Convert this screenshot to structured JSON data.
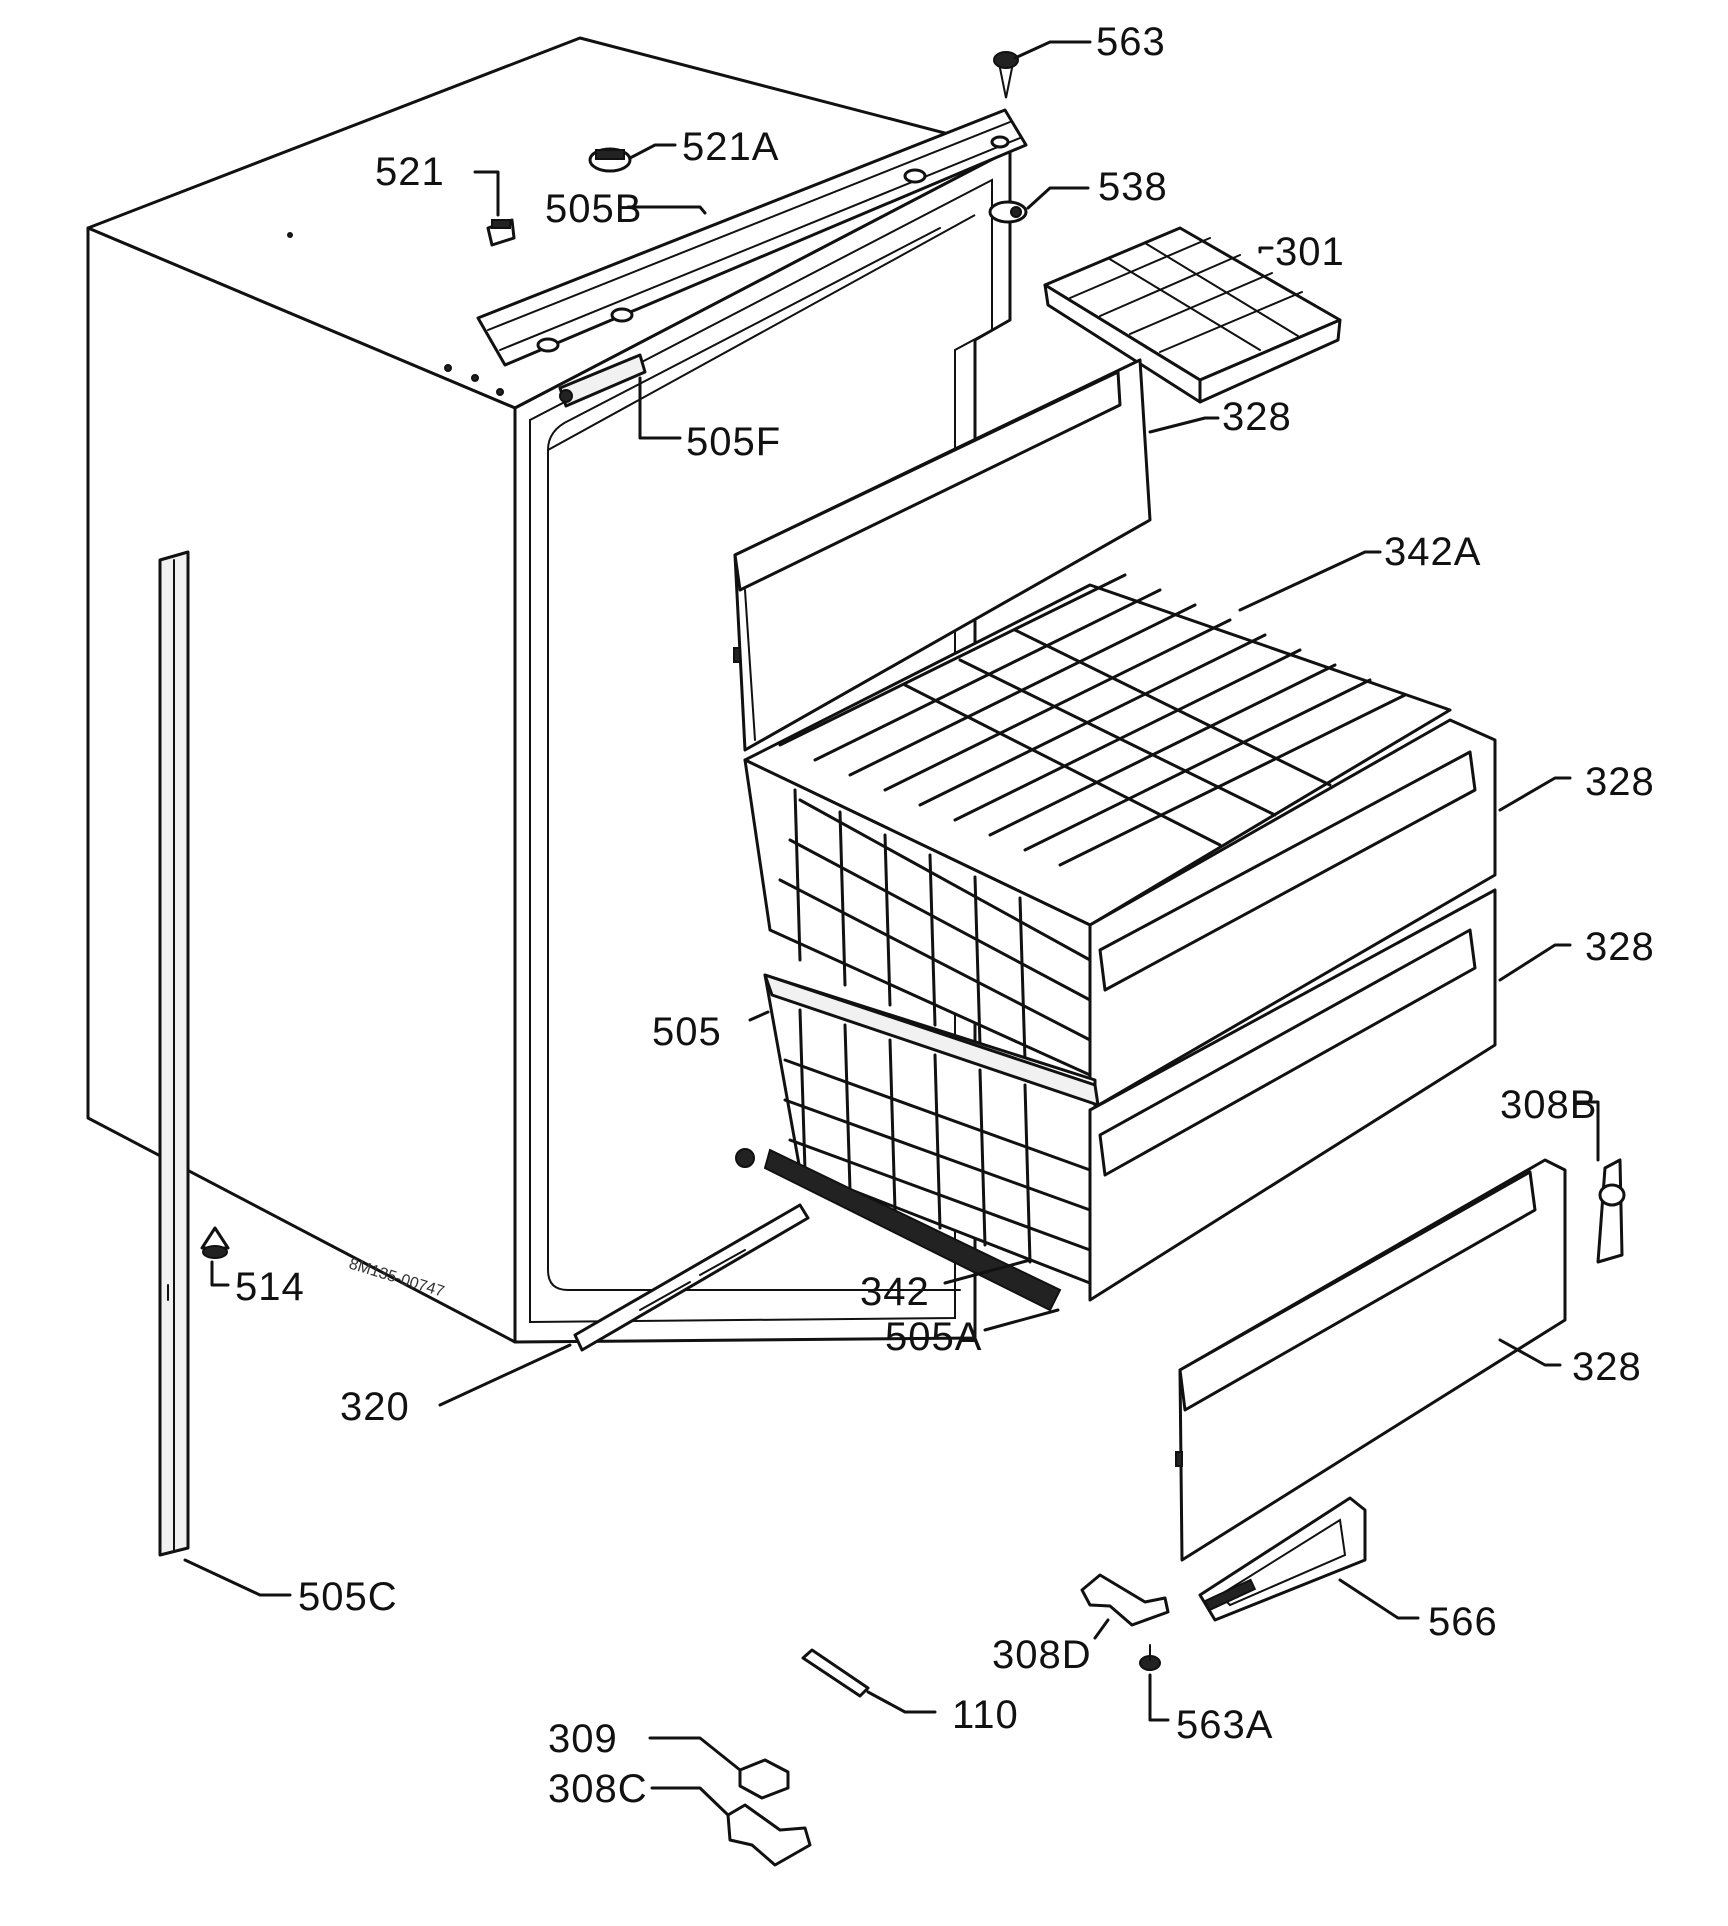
{
  "diagram": {
    "stamp_text": "8M135-00747",
    "callouts": [
      {
        "id": "563",
        "label": "563"
      },
      {
        "id": "521A",
        "label": "521A"
      },
      {
        "id": "521",
        "label": "521"
      },
      {
        "id": "505B",
        "label": "505B"
      },
      {
        "id": "538",
        "label": "538"
      },
      {
        "id": "301",
        "label": "301"
      },
      {
        "id": "328-top",
        "label": "328"
      },
      {
        "id": "505F",
        "label": "505F"
      },
      {
        "id": "342A",
        "label": "342A"
      },
      {
        "id": "328-upper-front",
        "label": "328"
      },
      {
        "id": "328-middle-front",
        "label": "328"
      },
      {
        "id": "505",
        "label": "505"
      },
      {
        "id": "308B",
        "label": "308B"
      },
      {
        "id": "514",
        "label": "514"
      },
      {
        "id": "342",
        "label": "342"
      },
      {
        "id": "505A",
        "label": "505A"
      },
      {
        "id": "320",
        "label": "320"
      },
      {
        "id": "328-lower",
        "label": "328"
      },
      {
        "id": "505C",
        "label": "505C"
      },
      {
        "id": "566",
        "label": "566"
      },
      {
        "id": "308D",
        "label": "308D"
      },
      {
        "id": "563A",
        "label": "563A"
      },
      {
        "id": "110",
        "label": "110"
      },
      {
        "id": "309",
        "label": "309"
      },
      {
        "id": "308C",
        "label": "308C"
      }
    ]
  }
}
